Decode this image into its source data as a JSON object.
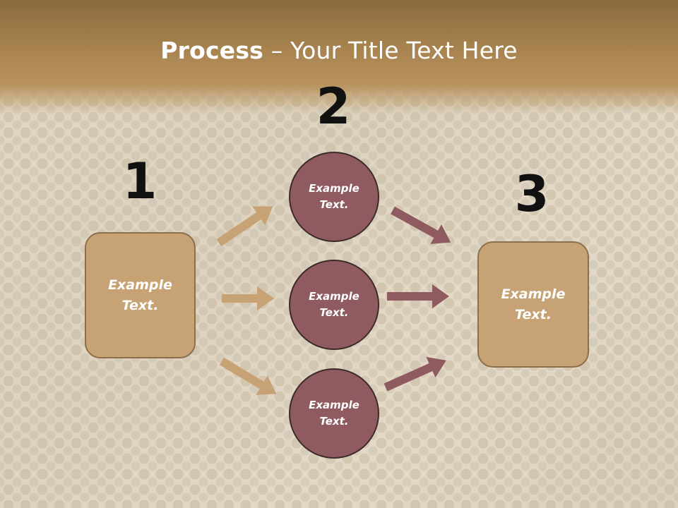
{
  "title": {
    "strong": "Process",
    "rest": " – Your Title Text Here"
  },
  "steps": [
    {
      "number": "1"
    },
    {
      "number": "2"
    },
    {
      "number": "3"
    }
  ],
  "left_box": {
    "label": "Example Text."
  },
  "circles": [
    {
      "label": "Example Text."
    },
    {
      "label": "Example Text."
    },
    {
      "label": "Example Text."
    }
  ],
  "right_box": {
    "label": "Example Text."
  },
  "colors": {
    "box_fill": "#c7a274",
    "circle_fill": "#8f5b60",
    "left_arrow": "#c7a274",
    "right_arrow": "#8f5b60",
    "title_band": "#a98450"
  }
}
